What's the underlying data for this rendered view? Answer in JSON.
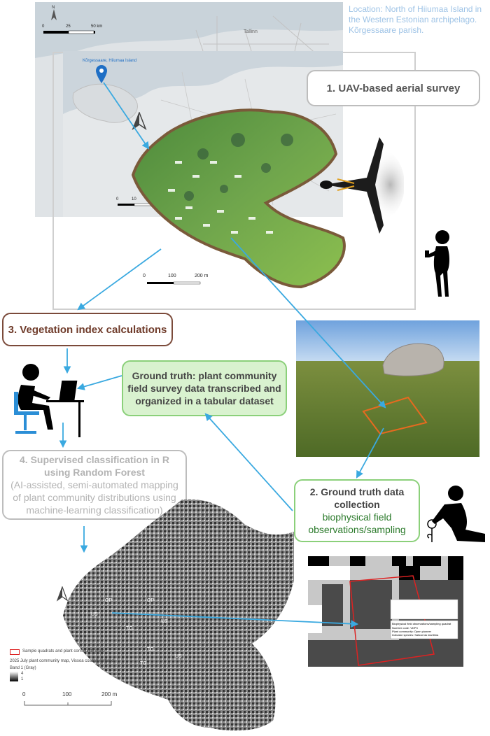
{
  "location_note": "Location: North of Hiiumaa Island in the Western Estonian archipelago. Kõrgessaare parish.",
  "base_map": {
    "scale_labels": [
      "0",
      "25",
      "50 km"
    ],
    "place_labels": [
      "Tallinn"
    ]
  },
  "inset_map": {
    "marker_label": "Kõrgessaare, Hiiumaa Island",
    "scale_labels": [
      "0",
      "10"
    ]
  },
  "ortho_scale": {
    "labels": [
      "0",
      "100",
      "200 m"
    ]
  },
  "steps": {
    "step1": "1.   UAV-based aerial survey",
    "step2_title": "2. Ground truth data collection",
    "step2_body": "biophysical field observations/sampling",
    "step3": "3. Vegetation index calculations",
    "step4_title": "4. Supervised classification in R using Random Forest",
    "step4_body": "(AI-assisted, semi-automated mapping of plant community distributions using machine-learning classification)",
    "ground_truth": "Ground truth: plant community field survey data transcribed and organized in a tabular dataset"
  },
  "classification_map": {
    "legend_quadrat": "Sample quadrats and plant community code",
    "legend_title": "2025 July plant community map, Vissoa coastal wetland",
    "legend_band": "Band 1 (Gray)",
    "legend_max": "4",
    "legend_min": "1",
    "scale_labels": [
      "0",
      "100",
      "200 m"
    ]
  },
  "class_inset": {
    "popup_line1": "Biophysical field observations/sampling quadrat",
    "popup_line2": "Number code: VDP3",
    "popup_line3": "Plant community: Open pioneer",
    "popup_line4": "Indicator species: Salicornia maritima"
  },
  "colors": {
    "arrow": "#3aa9e0",
    "step3_border": "#7b4a3a",
    "green_border": "#8bd07a",
    "green_fill": "#d9f2cf",
    "location_text": "#9ec3e6"
  }
}
